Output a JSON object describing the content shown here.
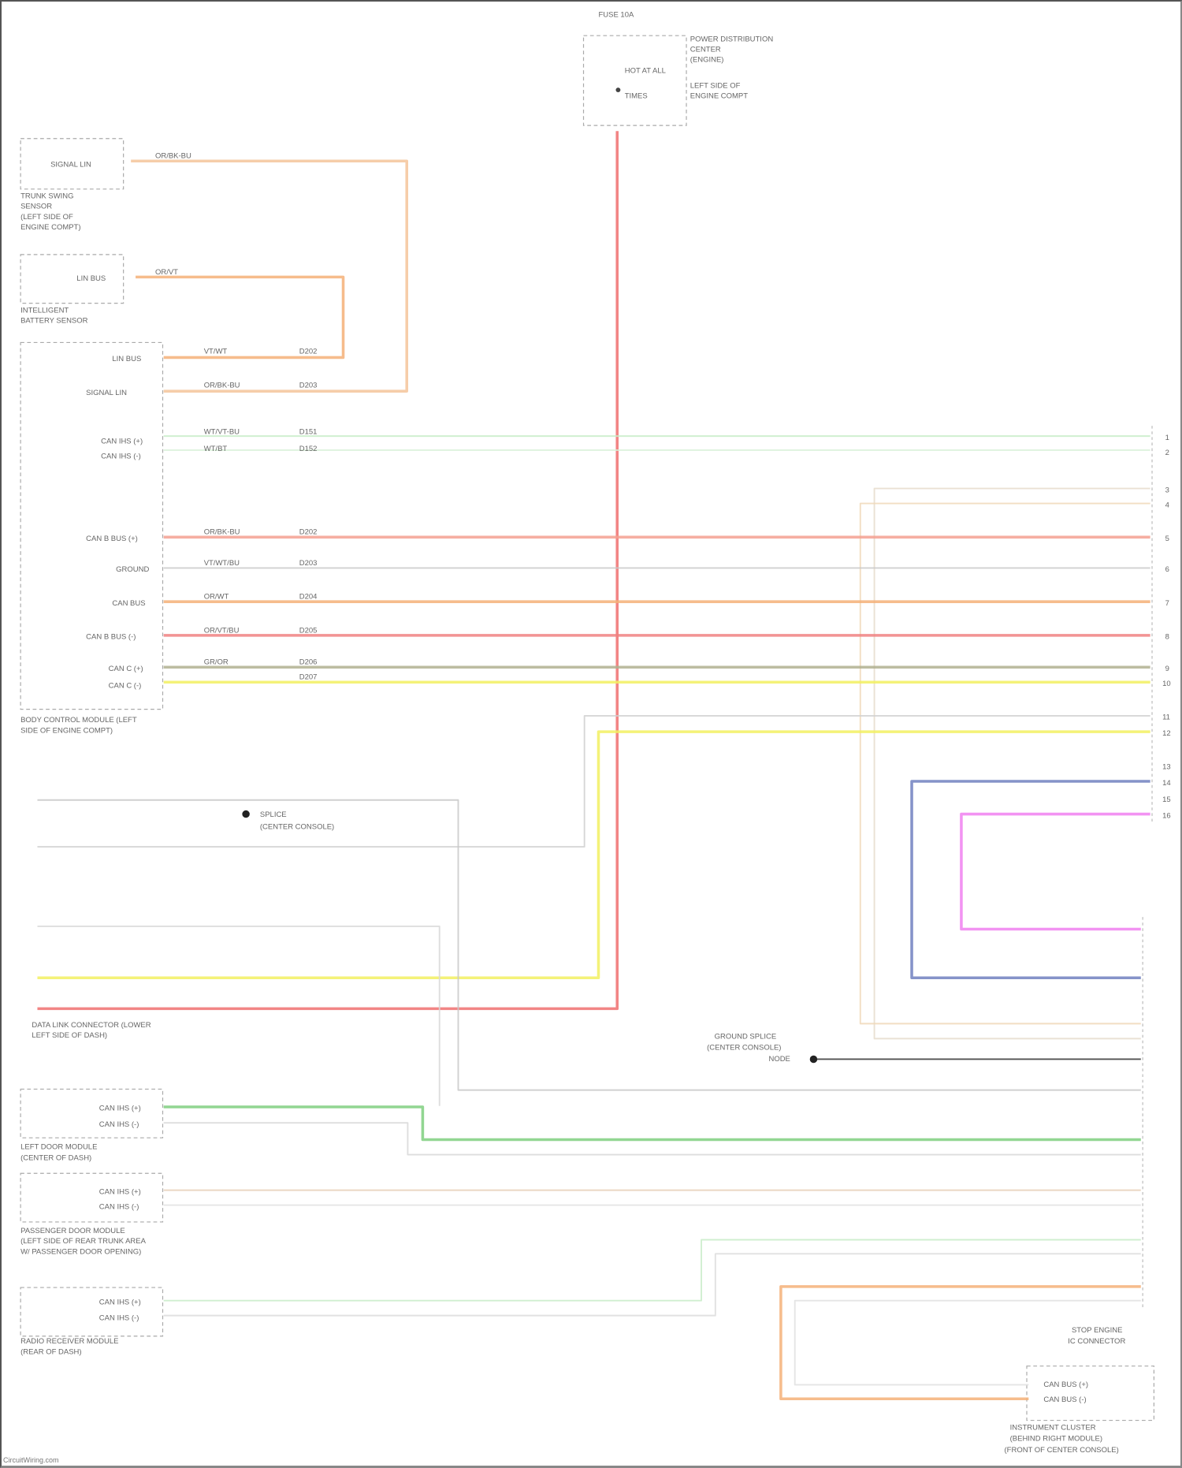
{
  "colors": {
    "red": "#f07070",
    "orange": "#f4b078",
    "light_orange": "#f6c89a",
    "green": "#7fcf7f",
    "light_green": "#c8ecc8",
    "gray": "#c8c8c8",
    "yellow": "#f2f060",
    "olive": "#b8b890",
    "blue": "#7080c0",
    "magenta": "#f080f0",
    "tan": "#f0d8b8",
    "black": "#333333"
  },
  "components": {
    "fuse_block": {
      "title": "FUSE 10A",
      "lines": [
        "POWER DISTRIBUTION",
        "CENTER",
        "(ENGINE)"
      ],
      "pins": [
        "HOT AT ALL",
        "TIMES"
      ],
      "note": [
        "LEFT SIDE OF",
        "ENGINE COMPT"
      ]
    },
    "trunk_sensor": {
      "pin_label": "SIGNAL LIN",
      "lines": [
        "TRUNK SWING",
        "SENSOR",
        "(LEFT SIDE OF",
        "ENGINE COMPT)"
      ]
    },
    "battery_sensor": {
      "pin_label": "LIN BUS",
      "lines": [
        "INTELLIGENT",
        "BATTERY SENSOR"
      ]
    },
    "bcm": {
      "lines": [
        "BODY CONTROL MODULE (LEFT",
        "SIDE OF ENGINE COMPT)"
      ],
      "pins": [
        "LIN BUS",
        "SIGNAL LIN",
        "CAN IHS (+)",
        "CAN IHS (-)",
        "CAN B BUS (+)",
        "GROUND",
        "CAN BUS",
        "CAN B BUS (-)",
        "CAN C (+)",
        "CAN C (-)"
      ]
    },
    "dlc": {
      "lines": [
        "DATA LINK CONNECTOR (LOWER",
        "LEFT SIDE OF DASH)"
      ],
      "splice": [
        "SPLICE",
        "(CENTER CONSOLE)"
      ]
    },
    "left_module": {
      "pins": [
        "CAN IHS (+)",
        "CAN IHS (-)"
      ],
      "lines": [
        "LEFT DOOR MODULE",
        "(CENTER OF DASH)"
      ]
    },
    "passenger_module": {
      "pins": [
        "CAN IHS (+)",
        "CAN IHS (-)"
      ],
      "lines": [
        "PASSENGER DOOR MODULE",
        "(LEFT SIDE OF REAR TRUNK AREA",
        "W/ PASSENGER DOOR OPENING)"
      ]
    },
    "radio_module": {
      "pins": [
        "CAN IHS (+)",
        "CAN IHS (-)"
      ],
      "lines": [
        "RADIO RECEIVER MODULE",
        "(REAR OF DASH)"
      ]
    },
    "ground": {
      "lines": [
        "GROUND SPLICE",
        "(CENTER CONSOLE)",
        "NODE"
      ]
    },
    "stop_engine": {
      "lines": [
        "STOP ENGINE",
        "IC CONNECTOR"
      ]
    },
    "instrument": {
      "pins": [
        "CAN BUS (+)",
        "CAN BUS (-)"
      ],
      "lines": [
        "INSTRUMENT CLUSTER",
        "(BEHIND RIGHT MODULE)",
        "(FRONT OF CENTER CONSOLE)"
      ]
    }
  },
  "wire_labels": {
    "orange_top": "OR/BK-BU",
    "orange_2": "OR/VT",
    "bcm_a": [
      "VT/WT",
      "OR/BK-BU",
      "WT/VT-BU",
      "WT/BT",
      "OR/BK-BU",
      "VT/WT/BU",
      "OR/WT",
      "OR/VT/BU",
      "GR/OR"
    ],
    "circuits": [
      "D202",
      "D203",
      "D151",
      "D152",
      "D202",
      "D203",
      "D204",
      "D205",
      "D206",
      "D207"
    ],
    "right_pins": [
      "1",
      "2",
      "3",
      "4",
      "5",
      "6",
      "7",
      "8",
      "9",
      "10",
      "11",
      "12",
      "13",
      "14",
      "15",
      "16"
    ]
  },
  "footer": "CircuitWiring.com"
}
